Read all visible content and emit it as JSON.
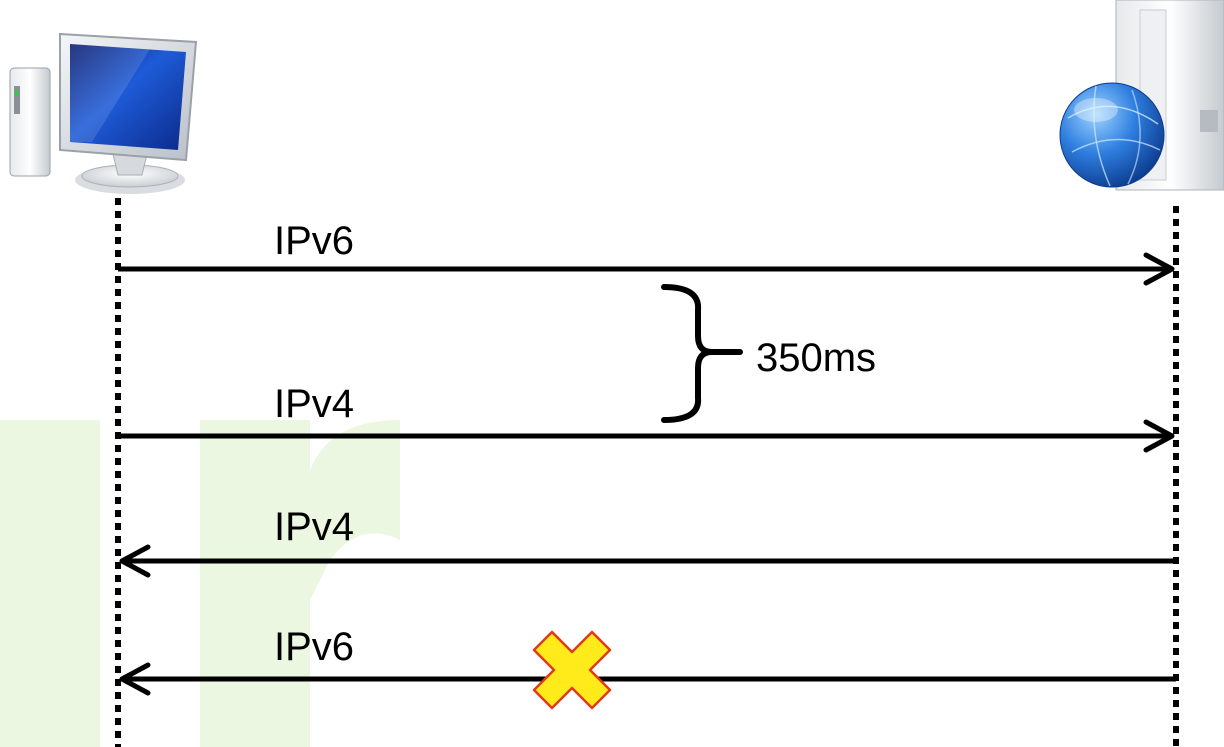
{
  "messages": [
    {
      "label": "IPv6",
      "direction": "client-to-server",
      "failed": false
    },
    {
      "label": "IPv4",
      "direction": "client-to-server",
      "failed": false
    },
    {
      "label": "IPv4",
      "direction": "server-to-client",
      "failed": false
    },
    {
      "label": "IPv6",
      "direction": "server-to-client",
      "failed": true
    }
  ],
  "delay_annotation": {
    "label": "350ms"
  },
  "icons": {
    "client": "desktop-computer-icon",
    "server": "web-server-globe-icon",
    "failure": "x-mark-icon"
  },
  "colors": {
    "line": "#000000",
    "failure_fill": "#ffeb1a",
    "failure_stroke": "#e03a1a",
    "watermark": "#e9f6dc"
  }
}
